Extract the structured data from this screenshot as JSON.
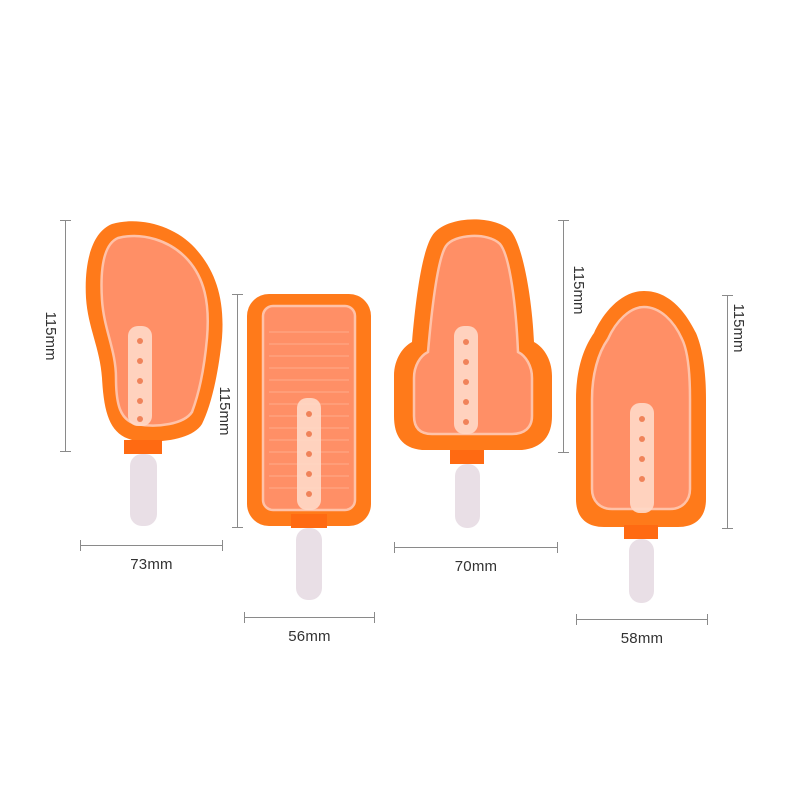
{
  "scene": {
    "description": "Four orange silicone popsicle molds with white sticks and dimension annotations",
    "background": "#ffffff",
    "colors": {
      "frame_orange": "#ff7a1a",
      "inner_salmon": "#ff8f66",
      "lid_highlight": "#ffc2a8",
      "stick": "#e9dfe6",
      "dimension_line": "#8a8a8a",
      "label_text": "#333333"
    }
  },
  "molds": [
    {
      "shape": "foot",
      "height_label": "115mm",
      "width_label": "73mm"
    },
    {
      "shape": "rectangle",
      "height_label": "115mm",
      "width_label": "56mm"
    },
    {
      "shape": "rocket",
      "height_label": "115mm",
      "width_label": "70mm"
    },
    {
      "shape": "pointed-bar",
      "height_label": "115mm",
      "width_label": "58mm"
    }
  ]
}
